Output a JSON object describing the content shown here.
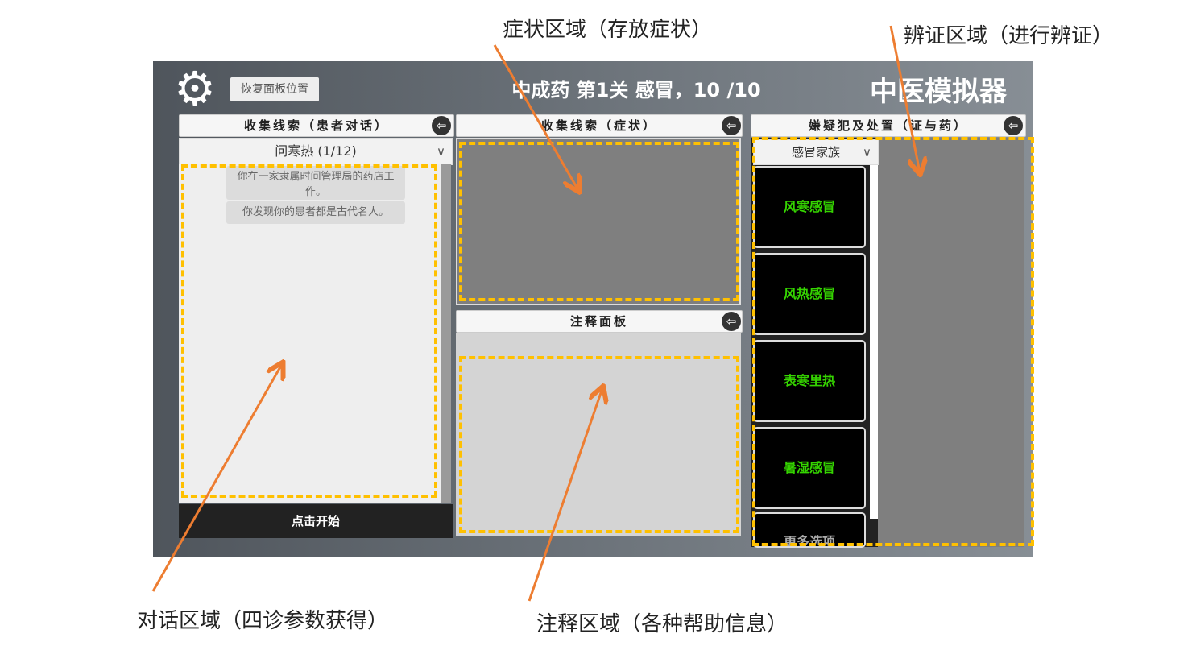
{
  "header": {
    "restore_label": "恢复面板位置",
    "level_title": "中成药  第1关  感冒，10 /10",
    "app_title": "中医模拟器"
  },
  "dialog_panel": {
    "title": "收集线索（患者对话）",
    "dropdown": "问寒热 (1/12)",
    "messages": [
      "你在一家隶属时间管理局的药店工作。",
      "你发现你的患者都是古代名人。"
    ],
    "start_button": "点击开始"
  },
  "symptom_panel": {
    "title": "收集线索（症状）"
  },
  "notes_panel": {
    "title": "注释面板"
  },
  "diagnosis_panel": {
    "title": "嫌疑犯及处置（证与药）",
    "dropdown": "感冒家族",
    "options": [
      "风寒感冒",
      "风热感冒",
      "表寒里热",
      "暑湿感冒"
    ],
    "more_label": "更多选项"
  },
  "annotations": {
    "symptom": "症状区域（存放症状）",
    "diagnosis": "辨证区域（进行辨证）",
    "dialog": "对话区域（四诊参数获得）",
    "notes": "注释区域（各种帮助信息）"
  },
  "colors": {
    "annotation_arrow": "#ed7d31",
    "highlight_box": "#ffc000",
    "option_text": "#35d400"
  }
}
